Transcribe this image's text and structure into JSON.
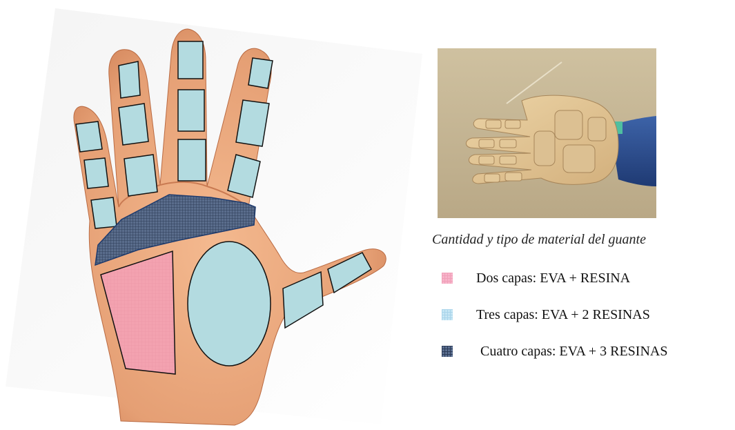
{
  "caption": "Cantidad y tipo de material del guante",
  "legend": [
    {
      "label": "Dos capas: EVA + RESINA",
      "color": "#f3a2b7",
      "layers": 2
    },
    {
      "label": "Tres capas: EVA + 2 RESINAS",
      "color": "#b3dbe0",
      "layers": 3
    },
    {
      "label": "Cuatro capas: EVA + 3 RESINAS",
      "color": "#4b5f7f",
      "layers": 4
    }
  ],
  "colors": {
    "skin": "#e8a47a",
    "skin_shadow": "#c8784f",
    "two_layers": "#f3a2b7",
    "three_layers": "#b3dbe0",
    "four_layers": "#4b5f7f"
  }
}
